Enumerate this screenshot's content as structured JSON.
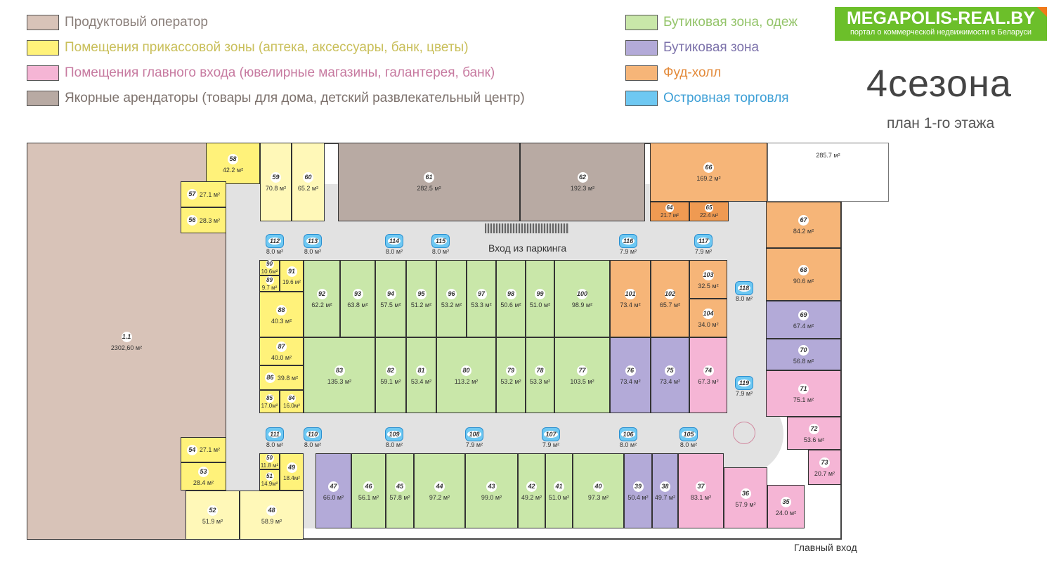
{
  "legend": [
    {
      "label": "Продуктовый оператор",
      "color": "#d8c3b8",
      "text": "#8a7f7a"
    },
    {
      "label": "Помещения прикассовой зоны (аптека, аксессуары, банк, цветы)",
      "color": "#fff27a",
      "text": "#c9bf5a"
    },
    {
      "label": "Помещения главного входа (ювелирные магазины, галантерея, банк)",
      "color": "#f5b5d5",
      "text": "#c77aa0"
    },
    {
      "label": "Якорные арендаторы (товары для дома, детский развлекательный центр)",
      "color": "#b8aaa3",
      "text": "#7d726d"
    },
    {
      "label": "Бутиковая зона, одеж",
      "color": "#c9e7a9",
      "text": "#94c46a"
    },
    {
      "label": "Бутиковая зона",
      "color": "#b3aad8",
      "text": "#7d73ab"
    },
    {
      "label": "Фуд-холл",
      "color": "#f6b578",
      "text": "#e38a3a"
    },
    {
      "label": "Островная торговля",
      "color": "#6ec8f2",
      "text": "#3d9fd6"
    }
  ],
  "logo": {
    "title": "MEGAPOLIS-REAL.BY",
    "subtitle": "портал о коммерческой недвижимости в Беларуси",
    "color": "#6cbf2a"
  },
  "brand": {
    "name": "4сезона",
    "subtitle": "план 1-го этажа"
  },
  "labels": {
    "parking": "Вход из паркинга",
    "main_entrance": "Главный вход",
    "terrace_area": "285.7 м²"
  },
  "colors": {
    "prod": "#d8c3b8",
    "check": "#fff27a",
    "checklight": "#fff8b8",
    "pink": "#f5b5d5",
    "anchor": "#b8aaa3",
    "green": "#c9e7a9",
    "purple": "#b3aad8",
    "food": "#f6b578",
    "fooddark": "#ef9a52"
  },
  "units": [
    {
      "num": "1.1",
      "area": "2302,60 м²",
      "t": "prod"
    },
    {
      "num": "58",
      "area": "42.2 м²",
      "t": "check"
    },
    {
      "num": "59",
      "area": "70.8 м²",
      "t": "checklight"
    },
    {
      "num": "60",
      "area": "65.2 м²",
      "t": "checklight"
    },
    {
      "num": "57",
      "area": "27.1 м²",
      "t": "check"
    },
    {
      "num": "56",
      "area": "28.3 м²",
      "t": "check"
    },
    {
      "num": "61",
      "area": "282.5 м²",
      "t": "anchor"
    },
    {
      "num": "62",
      "area": "192.3 м²",
      "t": "anchor"
    },
    {
      "num": "66",
      "area": "169.2 м²",
      "t": "food"
    },
    {
      "num": "64",
      "area": "21.7 м²",
      "t": "fooddark"
    },
    {
      "num": "65",
      "area": "22.4 м²",
      "t": "fooddark"
    },
    {
      "num": "67",
      "area": "84.2 м²",
      "t": "food"
    },
    {
      "num": "68",
      "area": "90.6 м²",
      "t": "food"
    },
    {
      "num": "69",
      "area": "67.4 м²",
      "t": "purple"
    },
    {
      "num": "70",
      "area": "56.8 м²",
      "t": "purple"
    },
    {
      "num": "71",
      "area": "75.1 м²",
      "t": "pink"
    },
    {
      "num": "72",
      "area": "53.6 м²",
      "t": "pink"
    },
    {
      "num": "73",
      "area": "20.7 м²",
      "t": "pink"
    },
    {
      "num": "35",
      "area": "24.0 м²",
      "t": "pink"
    },
    {
      "num": "90",
      "area": "10.6м²",
      "t": "check"
    },
    {
      "num": "89",
      "area": "9.7 м²",
      "t": "check"
    },
    {
      "num": "91",
      "area": "19.6 м²",
      "t": "check"
    },
    {
      "num": "88",
      "area": "40.3 м²",
      "t": "check"
    },
    {
      "num": "92",
      "area": "62.2 м²",
      "t": "green"
    },
    {
      "num": "93",
      "area": "63.8 м²",
      "t": "green"
    },
    {
      "num": "94",
      "area": "57.5 м²",
      "t": "green"
    },
    {
      "num": "95",
      "area": "51.2 м²",
      "t": "green"
    },
    {
      "num": "96",
      "area": "53.2 м²",
      "t": "green"
    },
    {
      "num": "97",
      "area": "53.3 м²",
      "t": "green"
    },
    {
      "num": "98",
      "area": "50.6 м²",
      "t": "green"
    },
    {
      "num": "99",
      "area": "51.0 м²",
      "t": "green"
    },
    {
      "num": "100",
      "area": "98.9 м²",
      "t": "green"
    },
    {
      "num": "101",
      "area": "73.4 м²",
      "t": "food"
    },
    {
      "num": "102",
      "area": "65.7 м²",
      "t": "food"
    },
    {
      "num": "103",
      "area": "32.5 м²",
      "t": "food"
    },
    {
      "num": "104",
      "area": "34.0 м²",
      "t": "food"
    },
    {
      "num": "87",
      "area": "40.0 м²",
      "t": "check"
    },
    {
      "num": "86",
      "area": "39.8 м²",
      "t": "check"
    },
    {
      "num": "85",
      "area": "17.0м²",
      "t": "check"
    },
    {
      "num": "84",
      "area": "16.0м²",
      "t": "check"
    },
    {
      "num": "83",
      "area": "135.3 м²",
      "t": "green"
    },
    {
      "num": "82",
      "area": "59.1 м²",
      "t": "green"
    },
    {
      "num": "81",
      "area": "53.4 м²",
      "t": "green"
    },
    {
      "num": "80",
      "area": "113.2 м²",
      "t": "green"
    },
    {
      "num": "79",
      "area": "53.2 м²",
      "t": "green"
    },
    {
      "num": "78",
      "area": "53.3 м²",
      "t": "green"
    },
    {
      "num": "77",
      "area": "103.5 м²",
      "t": "green"
    },
    {
      "num": "76",
      "area": "73.4 м²",
      "t": "purple"
    },
    {
      "num": "75",
      "area": "73.4 м²",
      "t": "purple"
    },
    {
      "num": "74",
      "area": "67.3 м²",
      "t": "pink"
    },
    {
      "num": "54",
      "area": "27.1 м²",
      "t": "check"
    },
    {
      "num": "53",
      "area": "28.4 м²",
      "t": "check"
    },
    {
      "num": "52",
      "area": "51.9 м²",
      "t": "checklight"
    },
    {
      "num": "48",
      "area": "58.9 м²",
      "t": "checklight"
    },
    {
      "num": "50",
      "area": "11.8 м²",
      "t": "check"
    },
    {
      "num": "51",
      "area": "14.9м²",
      "t": "check"
    },
    {
      "num": "49",
      "area": "18.4м²",
      "t": "check"
    },
    {
      "num": "47",
      "area": "66.0 м²",
      "t": "purple"
    },
    {
      "num": "46",
      "area": "56.1 м²",
      "t": "green"
    },
    {
      "num": "45",
      "area": "57.8 м²",
      "t": "green"
    },
    {
      "num": "44",
      "area": "97.2 м²",
      "t": "green"
    },
    {
      "num": "43",
      "area": "99.0 м²",
      "t": "green"
    },
    {
      "num": "42",
      "area": "49.2 м²",
      "t": "green"
    },
    {
      "num": "41",
      "area": "51.0 м²",
      "t": "green"
    },
    {
      "num": "40",
      "area": "97.3 м²",
      "t": "green"
    },
    {
      "num": "39",
      "area": "50.4 м²",
      "t": "purple"
    },
    {
      "num": "38",
      "area": "49.7 м²",
      "t": "purple"
    },
    {
      "num": "37",
      "area": "83.1 м²",
      "t": "pink"
    },
    {
      "num": "36",
      "area": "57.9 м²",
      "t": "pink"
    }
  ],
  "islands": [
    {
      "num": "112",
      "area": "8.0 м²"
    },
    {
      "num": "113",
      "area": "8.0 м²"
    },
    {
      "num": "114",
      "area": "8.0 м²"
    },
    {
      "num": "115",
      "area": "8.0 м²"
    },
    {
      "num": "116",
      "area": "7.9 м²"
    },
    {
      "num": "117",
      "area": "7.9 м²"
    },
    {
      "num": "118",
      "area": "8.0 м²"
    },
    {
      "num": "119",
      "area": "7.9 м²"
    },
    {
      "num": "111",
      "area": "8.0 м²"
    },
    {
      "num": "110",
      "area": "8.0 м²"
    },
    {
      "num": "109",
      "area": "8.0 м²"
    },
    {
      "num": "108",
      "area": "7.9 м²"
    },
    {
      "num": "107",
      "area": "7.9 м²"
    },
    {
      "num": "106",
      "area": "8.0 м²"
    },
    {
      "num": "105",
      "area": "8.0 м²"
    }
  ]
}
